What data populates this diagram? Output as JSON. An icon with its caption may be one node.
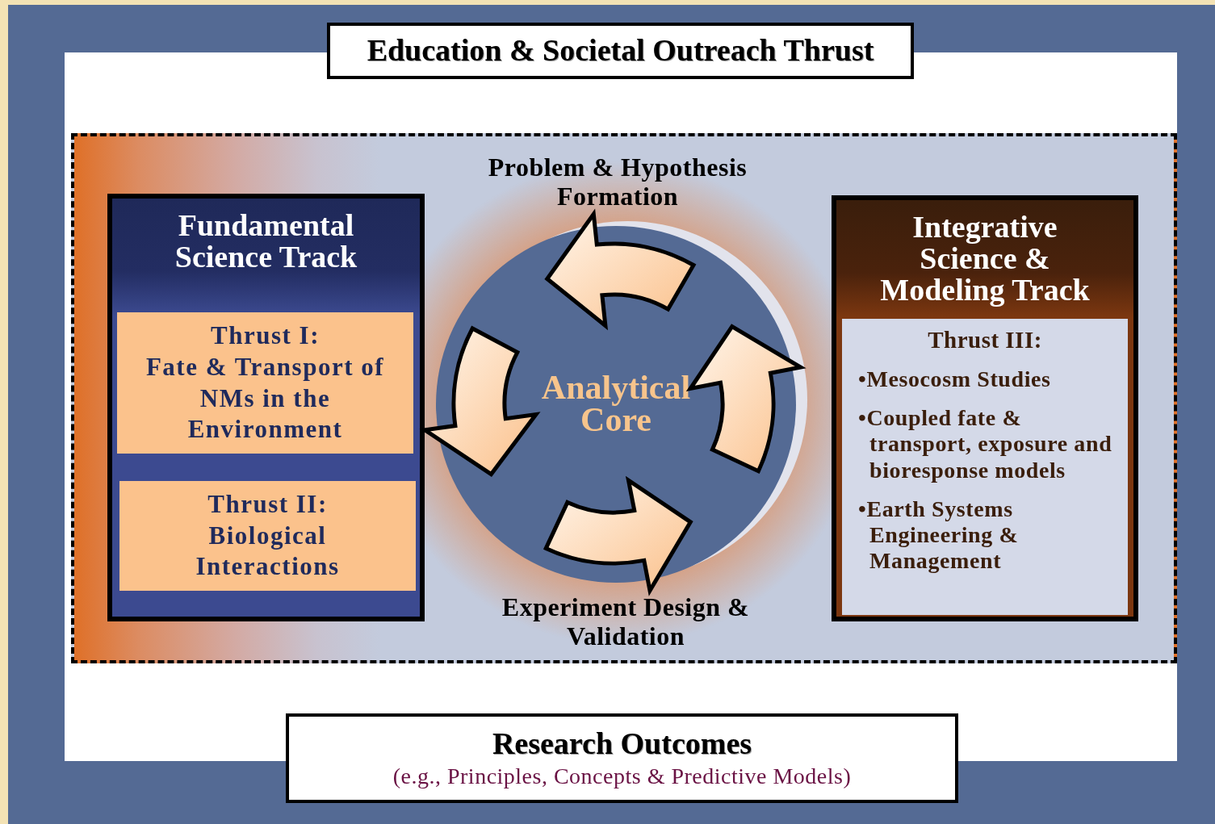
{
  "diagram": {
    "nodes": [
      {
        "text": [
          "Education & Societal Outreach Thrust"
        ]
      },
      {
        "text": [],
        "shape": "box"
      },
      {
        "text": [
          "Fundamental Science Track"
        ],
        "in": 1
      },
      {
        "text": [
          "Thrust I:",
          "Fate & Transport of NMs in the Environment"
        ],
        "in": 2
      },
      {
        "text": [
          "Thrust II:",
          "Biological Interactions"
        ],
        "in": 2
      },
      {
        "text": [
          "Analytical Core"
        ],
        "in": 1,
        "beside": [
          "Problem & Hypothesis Formation",
          "Experiment Design & Validation"
        ]
      },
      {
        "text": [
          "Integrative Science & Modeling Track"
        ],
        "in": 1
      },
      {
        "text": [
          "Thrust III:",
          "•Mesocosm Studies",
          "•Coupled fate & transport, exposure and bioresponse models",
          "•Earth Systems Engineering & Management"
        ],
        "in": 6
      },
      {
        "text": [
          "Research Outcomes",
          "(e.g., Principles, Concepts & Predictive Models)"
        ]
      }
    ]
  }
}
